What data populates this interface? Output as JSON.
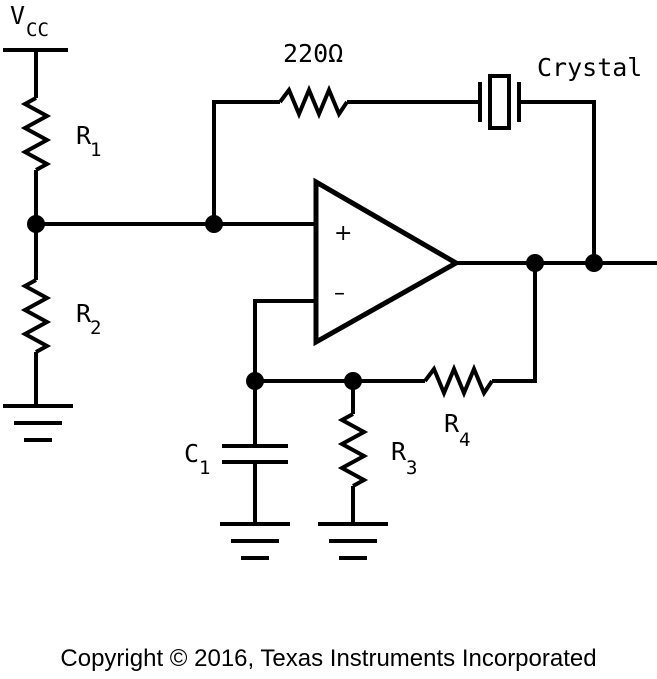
{
  "diagram": {
    "supply": {
      "main": "V",
      "sub": "CC"
    },
    "resistors": {
      "r1": {
        "main": "R",
        "sub": "1"
      },
      "r2": {
        "main": "R",
        "sub": "2"
      },
      "r3": {
        "main": "R",
        "sub": "3"
      },
      "r4": {
        "main": "R",
        "sub": "4"
      },
      "series": "220Ω"
    },
    "capacitor": {
      "main": "C",
      "sub": "1"
    },
    "crystal": "Crystal",
    "opamp": {
      "plus": "+",
      "minus": "–"
    }
  },
  "footer": {
    "copyright": "Copyright © 2016, Texas Instruments Incorporated"
  }
}
